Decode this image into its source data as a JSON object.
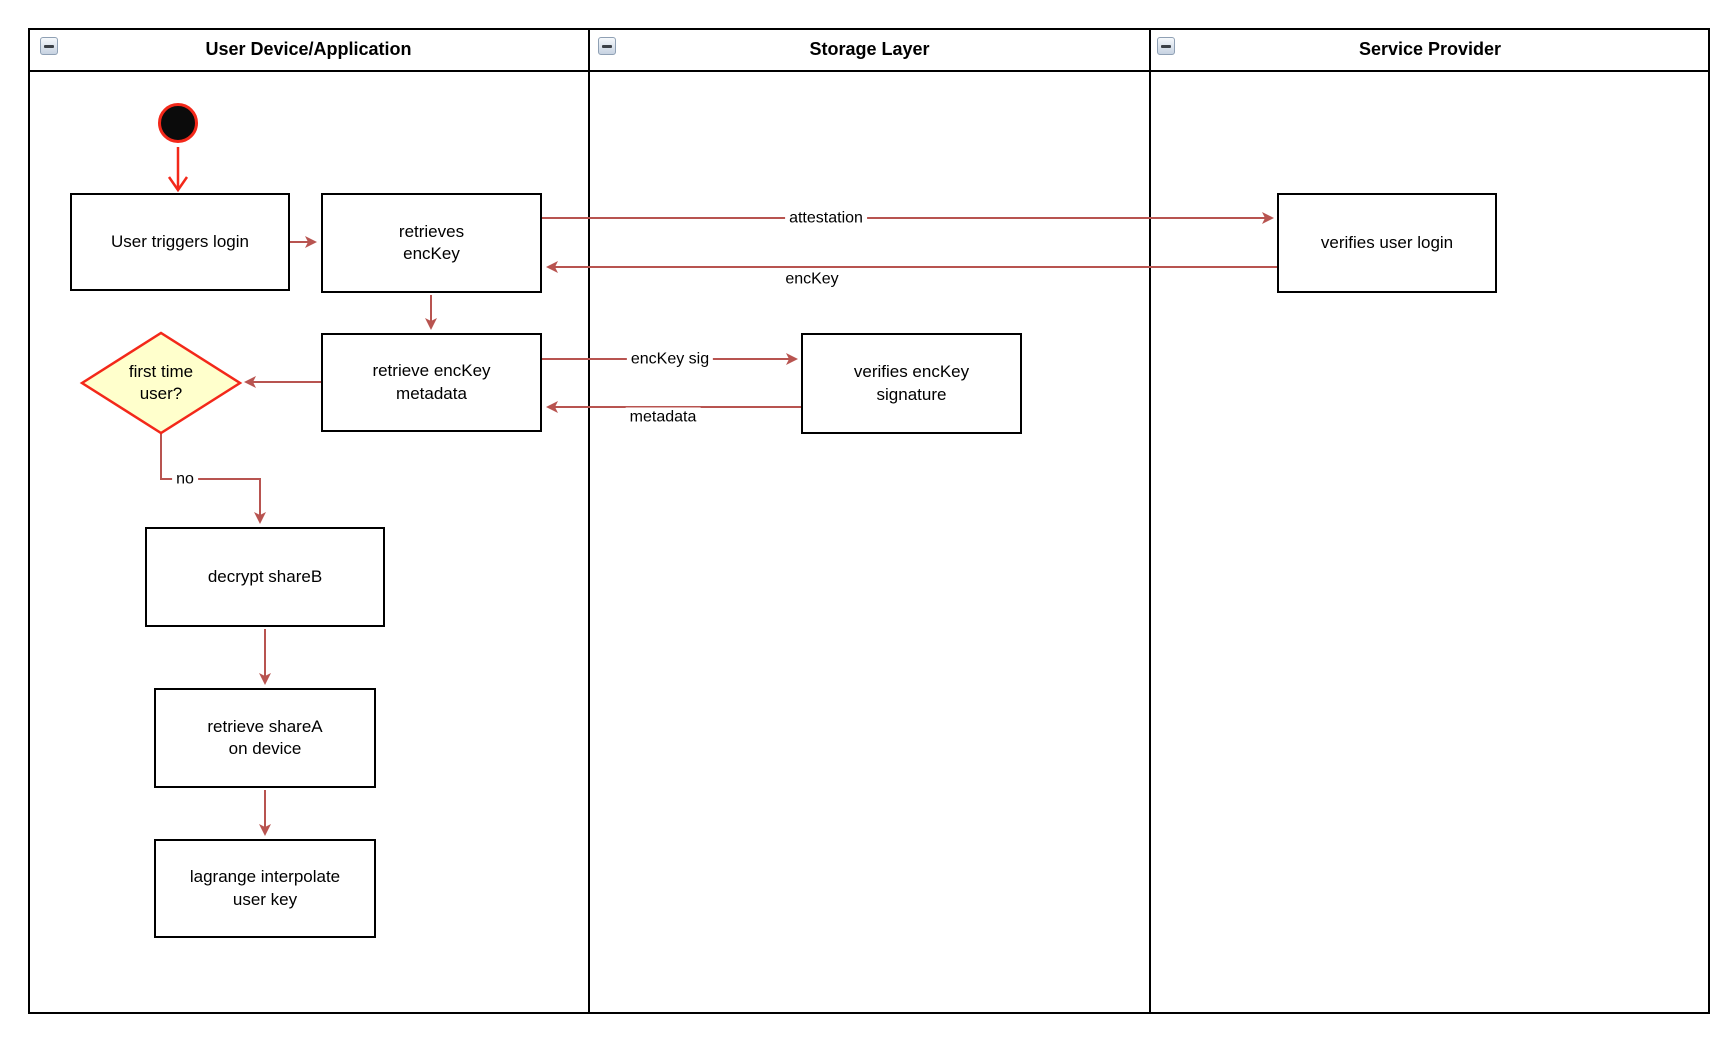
{
  "colors": {
    "edge_muted_red": "#b85450",
    "accent_bright_red": "#f3281a",
    "diamond_fill": "#ffffcc",
    "node_border": "#000000",
    "node_fill": "#ffffff"
  },
  "lanes": [
    {
      "title": "User Device/Application"
    },
    {
      "title": "Storage Layer"
    },
    {
      "title": "Service Provider"
    }
  ],
  "nodes": {
    "start": {
      "type": "initial-node"
    },
    "user_triggers_login": {
      "label": "User triggers login"
    },
    "retrieves_enckey": {
      "label": "retrieves\nencKey"
    },
    "retrieve_enckey_metadata": {
      "label": "retrieve encKey\nmetadata"
    },
    "first_time_user": {
      "label": "first time\nuser?"
    },
    "decrypt_shareb": {
      "label": "decrypt shareB"
    },
    "retrieve_sharea": {
      "label": "retrieve shareA\non device"
    },
    "lagrange_interpolate": {
      "label": "lagrange interpolate\nuser key"
    },
    "verifies_enckey_signature": {
      "label": "verifies encKey\nsignature"
    },
    "verifies_user_login": {
      "label": "verifies user login"
    }
  },
  "edge_labels": {
    "attestation": "attestation",
    "enckey": "encKey",
    "enckey_sig": "encKey sig",
    "metadata": "metadata",
    "no": "no"
  }
}
